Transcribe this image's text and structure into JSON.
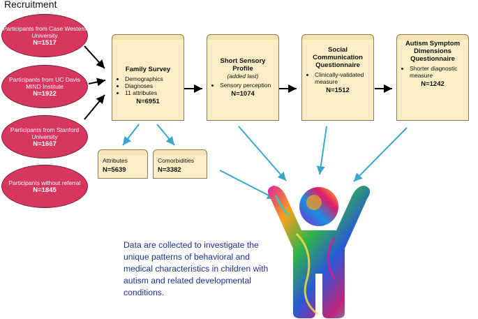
{
  "title": "Recruitment",
  "sources": [
    {
      "label": "Participants from Case Western University",
      "n": "N=1517"
    },
    {
      "label": "Participants from UC Davis MIND Institute",
      "n": "N=1922"
    },
    {
      "label": "Participants from Stanford University",
      "n": "N=1667"
    },
    {
      "label": "Participants without referral",
      "n": "N=1845"
    }
  ],
  "stages": [
    {
      "title": "Family Survey",
      "subtitle": "",
      "bullets": [
        "Demographics",
        "Diagnoses",
        "11 attributes"
      ],
      "n": "N=6951"
    },
    {
      "title": "Short Sensory Profile",
      "subtitle": "(added last)",
      "bullets": [
        "Sensory perception"
      ],
      "n": "N=1074"
    },
    {
      "title": "Social Communication Questionnaire",
      "subtitle": "",
      "bullets": [
        "Clinically-validated measure"
      ],
      "n": "N=1512"
    },
    {
      "title": "Autism Symptom Dimensions Questionnaire",
      "subtitle": "",
      "bullets": [
        "Shorter diagnostic measure"
      ],
      "n": "N=1242"
    }
  ],
  "subsets": [
    {
      "title": "Attributes",
      "n": "N=5639"
    },
    {
      "title": "Comorbidities",
      "n": "N=3382"
    }
  ],
  "caption": "Data are collected to investigate the unique patterns of behavioral and medical characteristics in children with autism and related developmental conditions.",
  "colors": {
    "oval": "#d7365e",
    "card": "#fbeec6",
    "arrow_blue": "#3aa6cc",
    "caption": "#1f2f8f"
  },
  "icons": {
    "figure": "person-icon"
  }
}
